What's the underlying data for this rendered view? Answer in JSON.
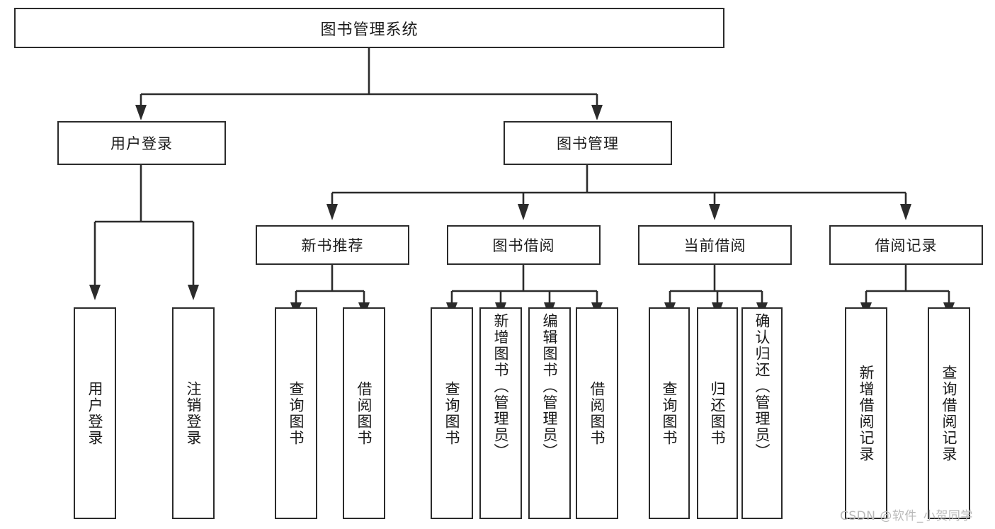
{
  "diagram": {
    "title": "图书管理系统",
    "type": "hierarchy-tree",
    "root": {
      "id": "root",
      "label": "图书管理系统"
    },
    "level1": [
      {
        "id": "user-login",
        "label": "用户登录"
      },
      {
        "id": "book-management",
        "label": "图书管理"
      }
    ],
    "level2": [
      {
        "id": "new-book-recommend",
        "label": "新书推荐",
        "parent": "book-management"
      },
      {
        "id": "book-borrow",
        "label": "图书借阅",
        "parent": "book-management"
      },
      {
        "id": "current-borrow",
        "label": "当前借阅",
        "parent": "book-management"
      },
      {
        "id": "borrow-record",
        "label": "借阅记录",
        "parent": "book-management"
      }
    ],
    "leaves": [
      {
        "id": "leaf-user-login",
        "label": "用户登录",
        "parent": "user-login"
      },
      {
        "id": "leaf-user-logout",
        "label": "注销登录",
        "parent": "user-login"
      },
      {
        "id": "leaf-query-book-1",
        "label": "查询图书",
        "parent": "new-book-recommend"
      },
      {
        "id": "leaf-borrow-book-1",
        "label": "借阅图书",
        "parent": "new-book-recommend"
      },
      {
        "id": "leaf-query-book-2",
        "label": "查询图书",
        "parent": "book-borrow"
      },
      {
        "id": "leaf-add-book",
        "label": "新增图书（管理员）",
        "parent": "book-borrow"
      },
      {
        "id": "leaf-edit-book",
        "label": "编辑图书（管理员）",
        "parent": "book-borrow"
      },
      {
        "id": "leaf-borrow-book-2",
        "label": "借阅图书",
        "parent": "book-borrow"
      },
      {
        "id": "leaf-query-book-3",
        "label": "查询图书",
        "parent": "current-borrow"
      },
      {
        "id": "leaf-return-book",
        "label": "归还图书",
        "parent": "current-borrow"
      },
      {
        "id": "leaf-confirm-return",
        "label": "确认归还（管理员）",
        "parent": "current-borrow"
      },
      {
        "id": "leaf-add-record",
        "label": "新增借阅记录",
        "parent": "borrow-record"
      },
      {
        "id": "leaf-query-record",
        "label": "查询借阅记录",
        "parent": "borrow-record"
      }
    ],
    "colors": {
      "stroke": "#2b2b2b",
      "fill": "#ffffff",
      "text": "#1a1a1a",
      "watermark": "#b9b9b9"
    }
  },
  "watermark": {
    "text": "CSDN @软件_小贺同学"
  }
}
